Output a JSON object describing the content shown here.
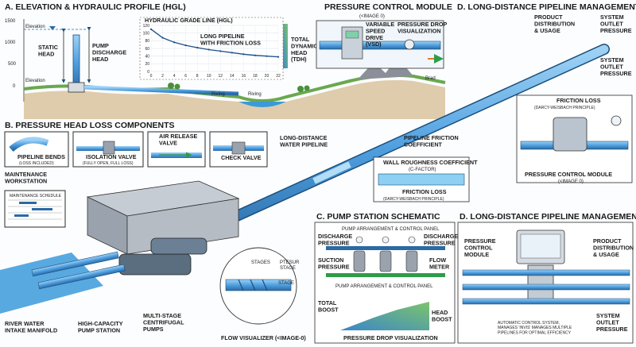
{
  "sections": {
    "a": {
      "title": "A. ELEVATION & HYDRAULIC PROFILE (HGL)",
      "elev_top": "Elevation",
      "elev_bottom": "Elevation",
      "y_ticks": [
        "1500",
        "1000",
        "500",
        "0"
      ],
      "static_head": "STATIC\nHEAD",
      "pump_head": "PUMP\nDISCHARGE\nHEAD",
      "hgl_label": "HYDRAULIC GRADE LINE (HGL)",
      "long_pipe": "LONG PIPELINE\nWITH FRICTION LOSS",
      "tdh": "TOTAL\nDYNAMIC\nHEAD\n(TDH)",
      "riving_1": "Riving",
      "riving_2": "Riving",
      "brad": "Brad"
    },
    "pcm": {
      "title": "PRESSURE CONTROL MODULE",
      "subtitle": "(<IMAGE 0)",
      "vsd": "VARIABLE\nSPEED\nDRIVE\n(VSD)",
      "pdv": "PRESSURE DROP\nVISUALIZATION"
    },
    "d_top": {
      "title": "D. LONG-DISTANCE PIPELINE MANAGEMENT",
      "product": "PRODUCT\nDISTRIBUTION\n& USAGE",
      "outlet1": "SYSTEM\nOUTLET\nPRESSURE",
      "outlet2": "SYSTEM\nOUTLET\nPRESSURE",
      "friction": "FRICTION LOSS",
      "darcy": "(DARCY-WEISBACH PRINCIPLE)",
      "pcm": "PRESSURE CONTROL MODULE",
      "pcm_sub": "(<IMAGE 0)"
    },
    "b": {
      "title": "B. PRESSURE HEAD LOSS COMPONENTS",
      "bends": "PIPELINE BENDS",
      "bends_sub": "(LOSS INCLUDED)",
      "iso": "ISOLATION VALVE",
      "iso_sub": "(FULLY OPEN, FULL LOSS)",
      "air": "AIR RELEASE\nVALVE",
      "check": "CHECK VALVE"
    },
    "mid": {
      "long_pipe": "LONG-DISTANCE\nWATER PIPELINE",
      "friction_coef": "PIPELINE FRICTION\nCOEFFICIENT",
      "wall": "WALL ROUGHNESS COEFFICIENT",
      "cfactor": "(C-FACTOR)",
      "friction_loss": "FRICTION LOSS",
      "darcy": "(DARCY-WEISBACH PRINCIPLE)"
    },
    "maint": {
      "title": "MAINTENANCE\nWORKSTATION",
      "schedule": "MAINTENANCE SCHEDULE"
    },
    "bottom": {
      "intake": "RIVER WATER\nINTAKE MANIFOLD",
      "station": "HIGH-CAPACITY\nPUMP STATION",
      "pumps": "MULTI-STAGE\nCENTRIFUGAL\nPUMPS",
      "flow": "FLOW VISUALIZER (<IMAGE-0)",
      "stages": "STAGES",
      "ptesur": "PTESUR\nSTAGE",
      "stage": "STAGE"
    },
    "c": {
      "title": "C. PUMP STATION SCHEMATIC",
      "arr1": "PUMP ARRANGEMENT & CONTROL PANEL",
      "discharge_l": "DISCHARGE\nPRESSURE",
      "discharge_r": "DISCHARGE\nPRESSURE",
      "suction": "SUCTION\nPRESSURE",
      "flow_meter": "FLOW\nMETER",
      "arr2": "PUMP ARRANGEMENT & CONTROL PANEL",
      "total_boost": "TOTAL\nBOOST",
      "head_boost": "HEAD\nBOOST",
      "pdv": "PRESSURE DROP VISUALIZATION"
    },
    "d_bottom": {
      "title": "D. LONG-DISTANCE PIPELINE MANAGEMENT",
      "pcm": "PRESSURE\nCONTROL\nMODULE",
      "product": "PRODUCT\nDISTRIBUTION\n& USAGE",
      "outlet": "SYSTEM\nOUTLET\nPRESSURE",
      "auto": "AUTOMATIC CONTROL SYSTEM,\nMANAGES 'INVIS' MANAGES MULTIPLE\nPIPELINES FOR OPTIMAL EFFICIENCY"
    }
  },
  "chart_data": {
    "type": "line",
    "title": "HYDRAULIC GRADE LINE (HGL)",
    "x": [
      0,
      2,
      4,
      6,
      8,
      10,
      12,
      14,
      16,
      18,
      20,
      22
    ],
    "x_tick_labels": [
      "0",
      "2",
      "4",
      "6",
      "8",
      "10",
      "12",
      "14",
      "16",
      "18",
      "20",
      "22"
    ],
    "y_tick_labels": [
      "120",
      "100",
      "80",
      "60",
      "40",
      "20",
      "0"
    ],
    "series": [
      {
        "values": [
          110,
          88,
          76,
          68,
          62,
          57,
          53,
          49,
          45,
          42,
          40,
          38
        ]
      }
    ],
    "xlim": [
      0,
      22
    ],
    "ylim": [
      0,
      120
    ],
    "grid": true,
    "colors": {
      "line": "#1d4f8c"
    }
  },
  "colors": {
    "pipe": "#5aa9e6",
    "pipe_dark": "#1c4f7a",
    "water": "#3b9ad9",
    "grass": "#8cc46a",
    "arrow": "#2e9c4a"
  }
}
